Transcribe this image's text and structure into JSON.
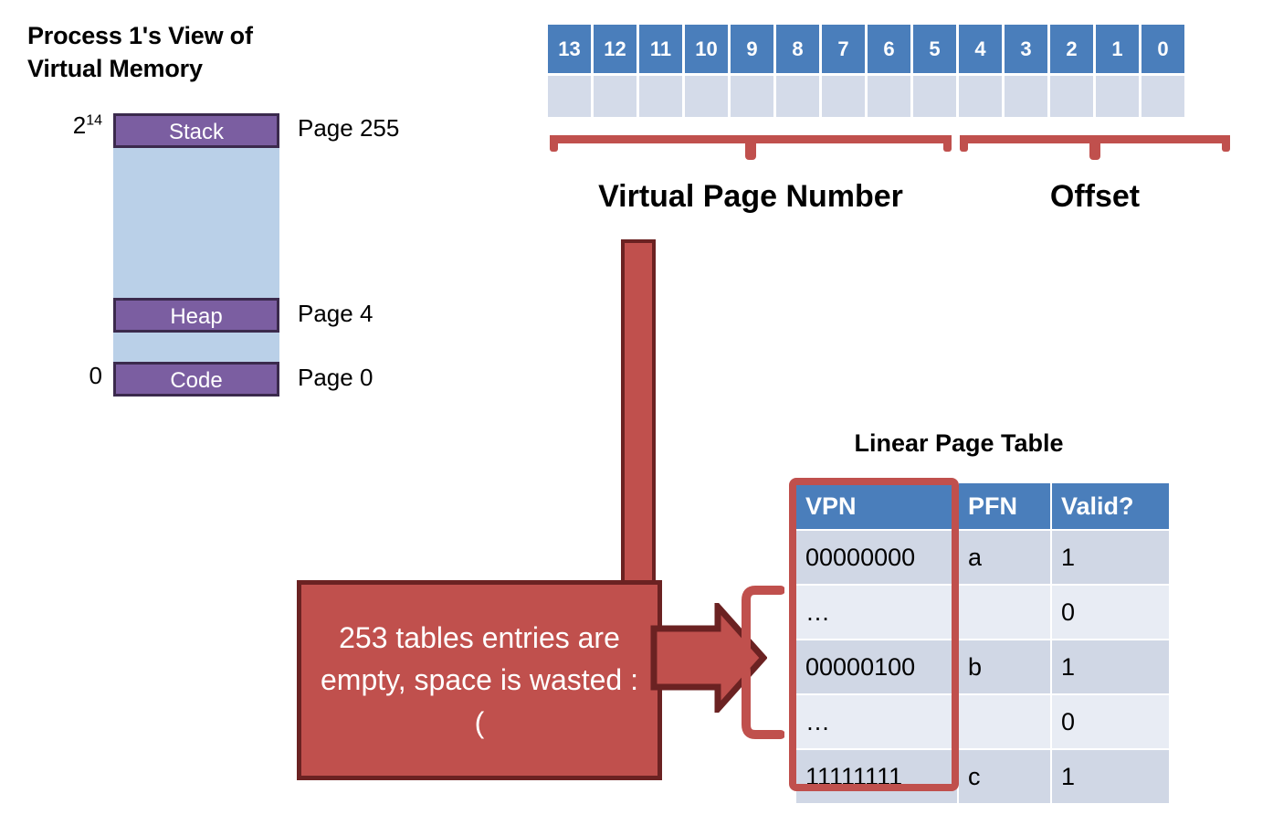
{
  "memory_view": {
    "title_line1": "Process 1's View of",
    "title_line2": "Virtual Memory",
    "address_top": "2",
    "address_top_exp": "14",
    "address_bottom": "0",
    "segments": [
      {
        "label": "Stack",
        "page_label": "Page 255"
      },
      {
        "label": "Heap",
        "page_label": "Page 4"
      },
      {
        "label": "Code",
        "page_label": "Page 0"
      }
    ]
  },
  "address_bits": {
    "bits": [
      "13",
      "12",
      "11",
      "10",
      "9",
      "8",
      "7",
      "6",
      "5",
      "4",
      "3",
      "2",
      "1",
      "0"
    ],
    "vpn_bits": [
      "13",
      "12",
      "11",
      "10",
      "9",
      "8",
      "7",
      "6"
    ],
    "offset_bits": [
      "5",
      "4",
      "3",
      "2",
      "1",
      "0"
    ],
    "vpn_label": "Virtual Page Number",
    "offset_label": "Offset"
  },
  "callout": {
    "text": "253 tables entries are empty, space is wasted :("
  },
  "page_table": {
    "title": "Linear Page Table",
    "headers": [
      "VPN",
      "PFN",
      "Valid?"
    ],
    "rows": [
      {
        "vpn": "00000000",
        "pfn": "a",
        "valid": "1"
      },
      {
        "vpn": "…",
        "pfn": "",
        "valid": "0"
      },
      {
        "vpn": "00000100",
        "pfn": "b",
        "valid": "1"
      },
      {
        "vpn": "…",
        "pfn": "",
        "valid": "0"
      },
      {
        "vpn": "11111111",
        "pfn": "c",
        "valid": "1"
      }
    ]
  },
  "colors": {
    "accent_red": "#C0504D",
    "accent_red_dark": "#6B2222",
    "header_blue": "#4A7EBB",
    "cell_blue_light": "#D4DBE9",
    "memory_blue": "#BAD0E8",
    "segment_purple": "#7B5EA1",
    "segment_border": "#3B2A4D"
  }
}
